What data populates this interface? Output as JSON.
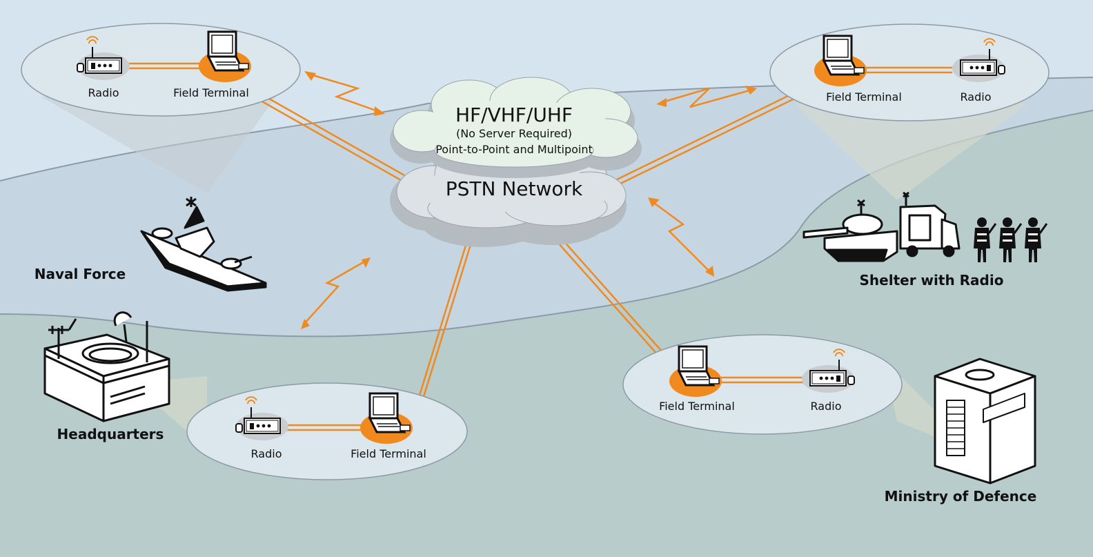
{
  "network": {
    "cloud_top_title": "HF/VHF/UHF",
    "cloud_top_sub1": "(No Server Required)",
    "cloud_top_sub2": "Point-to-Point and Multipoint",
    "cloud_bottom_title": "PSTN Network"
  },
  "nodes": {
    "top_left": {
      "radio": "Radio",
      "terminal": "Field Terminal"
    },
    "top_right": {
      "terminal": "Field Terminal",
      "radio": "Radio"
    },
    "bottom_left": {
      "radio": "Radio",
      "terminal": "Field Terminal"
    },
    "bottom_right": {
      "terminal": "Field Terminal",
      "radio": "Radio"
    }
  },
  "sites": {
    "naval": "Naval Force",
    "hq": "Headquarters",
    "shelter": "Shelter with Radio",
    "mod": "Ministry of Defence"
  },
  "colors": {
    "accent": "#f08a1e",
    "sky": "#d6e4ef",
    "sea": "#c5d6e2",
    "land": "#b7cccb",
    "cloud_top": "#e6f1e8",
    "cloud_bottom": "#dde2e6"
  }
}
